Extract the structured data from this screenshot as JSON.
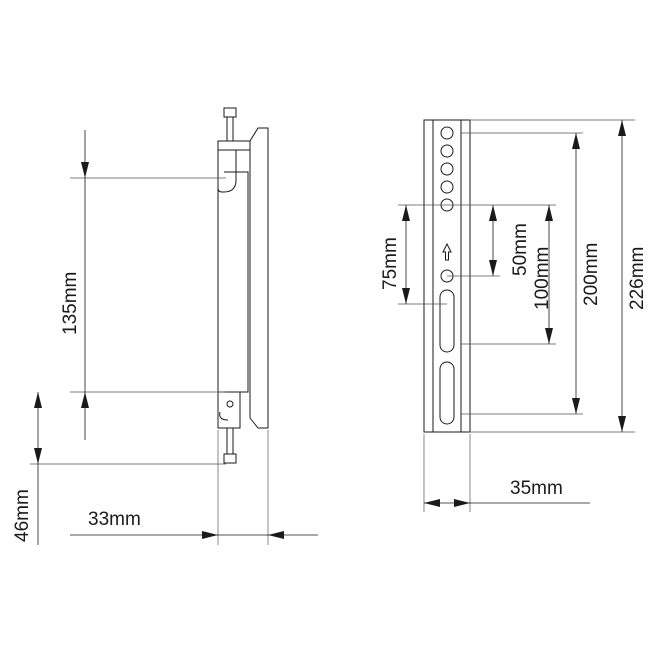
{
  "side_view": {
    "height_label": "135mm",
    "offset_label": "46mm",
    "depth_label": "33mm"
  },
  "front_view": {
    "label_75": "75mm",
    "label_50": "50mm",
    "label_100": "100mm",
    "label_200": "200mm",
    "label_226": "226mm",
    "width_label": "35mm"
  },
  "colors": {
    "line": "#1a1a1a",
    "background": "#ffffff"
  }
}
